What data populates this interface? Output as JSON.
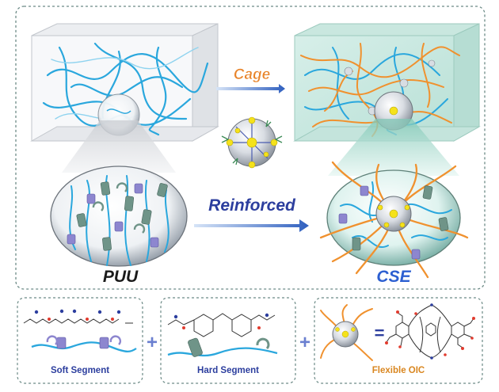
{
  "labels": {
    "cage": "Cage",
    "reinforced": "Reinforced",
    "puu": "PUU",
    "cse": "CSE",
    "soft_segment": "Soft  Segment",
    "hard_segment": "Hard Segment",
    "flexible_oic": "Flexible OIC",
    "plus": "+",
    "equals": "="
  },
  "colors": {
    "cage": "#e8842a",
    "reinforced": "#2c3e9e",
    "puu": "#1a1a1a",
    "cse": "#2c5fd1",
    "soft_segment": "#2c3e9e",
    "hard_segment": "#2c3e9e",
    "flexible_oic": "#d9861f",
    "chain_blue": "#2aa7dd",
    "chain_orange": "#f0912e",
    "hard_green": "#6f9488",
    "soft_purple": "#8d86cf",
    "plus_sign": "#6a7fd0"
  }
}
